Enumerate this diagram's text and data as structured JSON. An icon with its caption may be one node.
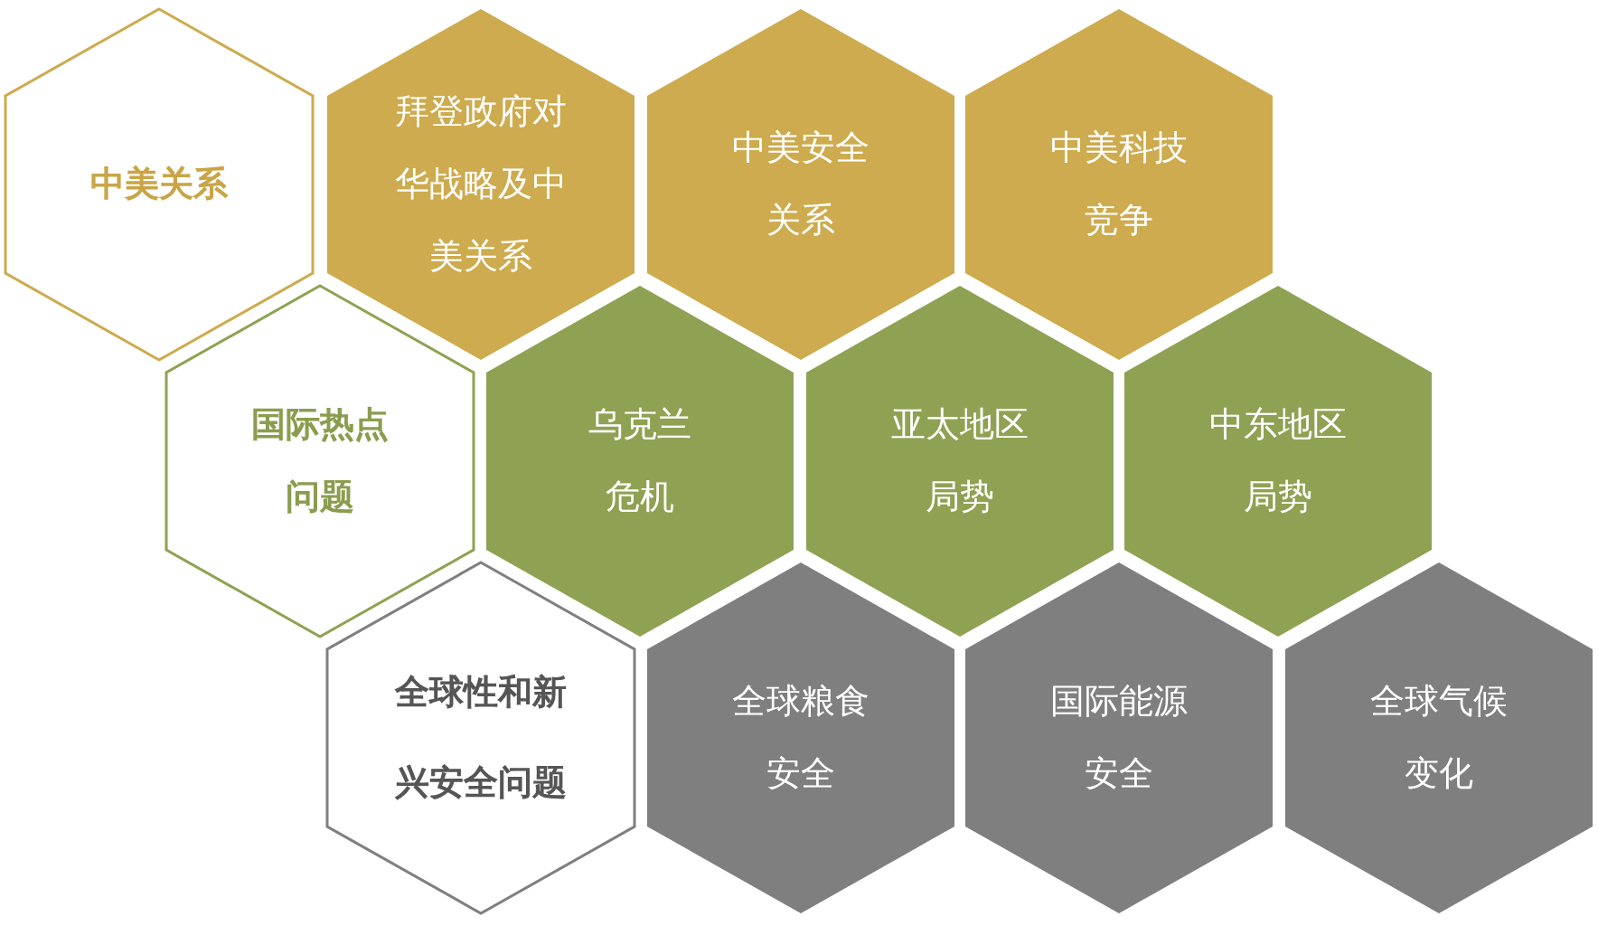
{
  "diagram": {
    "nodes": [
      {
        "text": [
          "中美关系"
        ]
      },
      {
        "text": [
          "拜登政府对华战略及中美关系"
        ]
      },
      {
        "text": [
          "中美安全关系"
        ]
      },
      {
        "text": [
          "中美科技竞争"
        ]
      },
      {
        "text": [
          "国际热点问题"
        ]
      },
      {
        "text": [
          "乌克兰危机"
        ]
      },
      {
        "text": [
          "亚太地区局势"
        ]
      },
      {
        "text": [
          "中东地区局势"
        ]
      },
      {
        "text": [
          "全球性和新兴安全问题"
        ]
      },
      {
        "text": [
          "全球粮食安全"
        ]
      },
      {
        "text": [
          "国际能源安全"
        ]
      },
      {
        "text": [
          "全球气候变化"
        ]
      }
    ]
  }
}
